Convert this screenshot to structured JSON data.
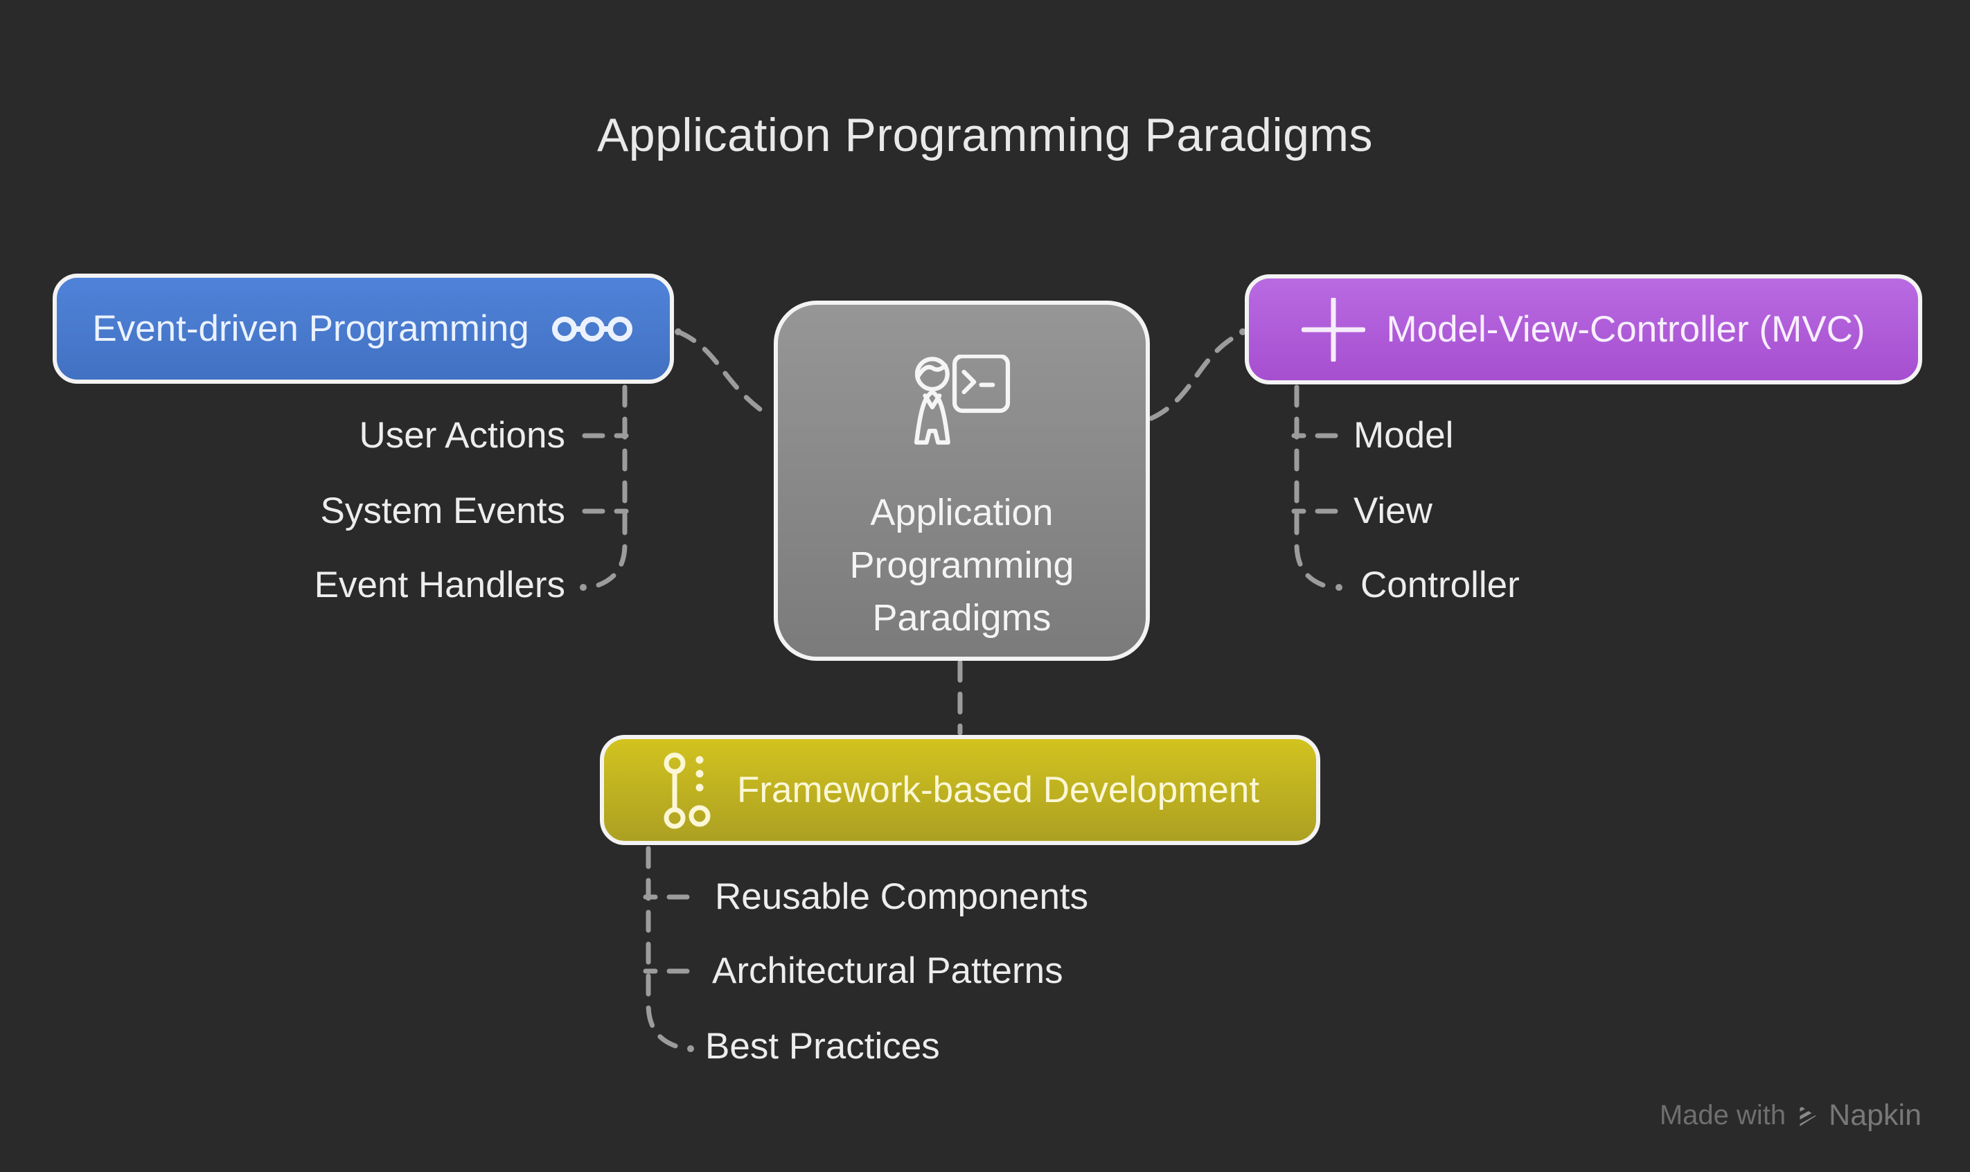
{
  "title": "Application Programming Paradigms",
  "center": {
    "lines": [
      "Application",
      "Programming",
      "Paradigms"
    ],
    "icon": "presenter-terminal-icon"
  },
  "branches": {
    "event_driven": {
      "label": "Event-driven Programming",
      "icon": "linked-circles-icon",
      "color_top": "#4f83d9",
      "color_bottom": "#4271c2",
      "children": [
        "User Actions",
        "System Events",
        "Event Handlers"
      ]
    },
    "mvc": {
      "label": "Model-View-Controller (MVC)",
      "icon": "plus-icon",
      "color_top": "#b96ae1",
      "color_bottom": "#a64fd0",
      "children": [
        "Model",
        "View",
        "Controller"
      ]
    },
    "framework": {
      "label": "Framework-based Development",
      "icon": "commit-dots-icon",
      "color_top": "#d2c31f",
      "color_bottom": "#aca022",
      "children": [
        "Reusable Components",
        "Architectural Patterns",
        "Best Practices"
      ]
    }
  },
  "watermark": {
    "prefix": "Made with",
    "brand": "Napkin"
  },
  "colors": {
    "background": "#2a2a2a",
    "connector": "#9c9c9c",
    "node_border": "#f3f3f3",
    "center_fill_top": "#969696",
    "center_fill_bottom": "#7b7b7b"
  }
}
